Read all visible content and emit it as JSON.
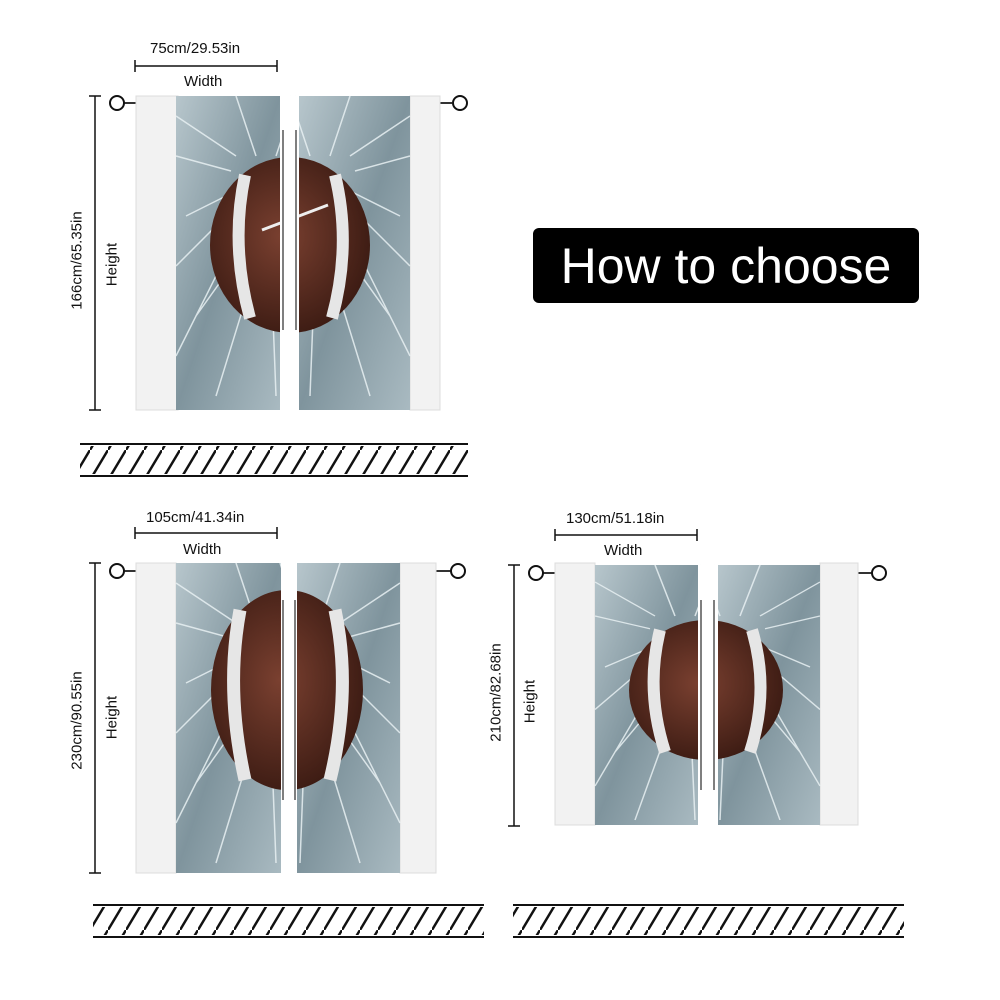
{
  "title": "How to choose",
  "sizes": [
    {
      "width": "75cm/29.53in",
      "width_label": "Width",
      "height": "166cm/65.35in",
      "height_label": "Height"
    },
    {
      "width": "105cm/41.34in",
      "width_label": "Width",
      "height": "230cm/90.55in",
      "height_label": "Height"
    },
    {
      "width": "130cm/51.18in",
      "width_label": "Width",
      "height": "210cm/82.68in",
      "height_label": "Height"
    }
  ],
  "colors": {
    "curtain_glass": "#8fa4ad",
    "ball": "#5a2e22",
    "frame": "#f2f2f2"
  },
  "icons": [
    "curtain-rod-icon",
    "football-icon",
    "cracked-glass-icon",
    "floor-hatch-icon"
  ]
}
